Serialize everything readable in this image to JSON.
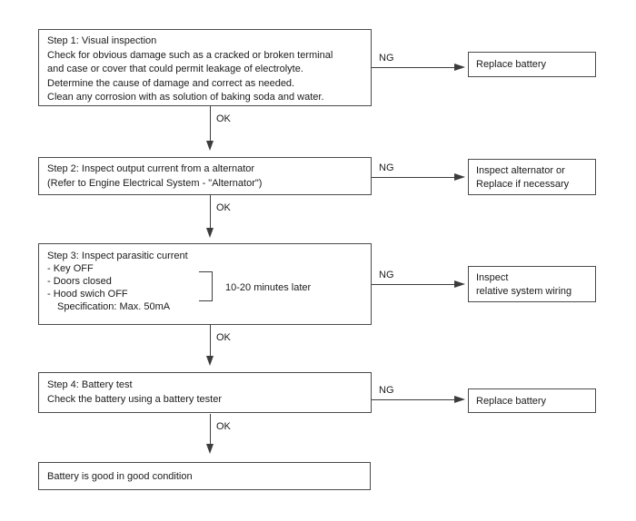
{
  "labels": {
    "ok": "OK",
    "ng": "NG"
  },
  "steps": [
    {
      "lines": [
        "Step 1: Visual inspection",
        "Check for obvious damage such as a cracked or broken terminal",
        "and case or cover that could permit leakage of electrolyte.",
        "Determine the cause of damage and correct as needed.",
        "Clean any corrosion with as solution of baking soda and water."
      ]
    },
    {
      "lines": [
        "Step 2: Inspect output current from a alternator",
        "(Refer to Engine Electrical System - \"Alternator\")"
      ]
    },
    {
      "lines": [
        "Step 3: Inspect parasitic current",
        "- Key OFF",
        "- Doors closed",
        "- Hood swich OFF",
        "Specification: Max. 50mA"
      ],
      "note": "10-20 minutes later"
    },
    {
      "lines": [
        "Step 4: Battery test",
        "Check the battery using a battery tester"
      ]
    }
  ],
  "ng_results": [
    {
      "lines": [
        "Replace battery"
      ]
    },
    {
      "lines": [
        "Inspect alternator or",
        "Replace if necessary"
      ]
    },
    {
      "lines": [
        "Inspect",
        "relative system wiring"
      ]
    },
    {
      "lines": [
        "Replace battery"
      ]
    }
  ],
  "final": {
    "text": "Battery is good in good condition"
  },
  "colors": {
    "line": "#3c3c3c",
    "border": "#4b4b4b",
    "text": "#1a1a1a",
    "background": "#ffffff"
  }
}
